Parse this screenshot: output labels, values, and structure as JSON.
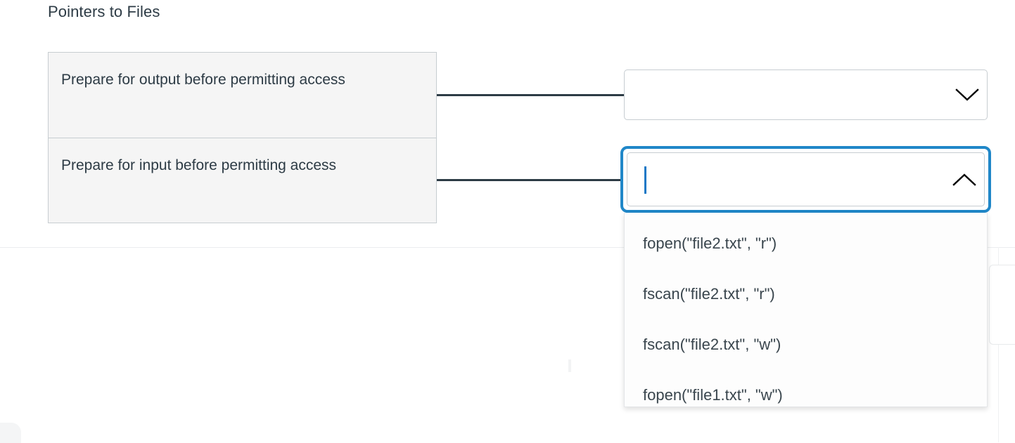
{
  "page": {
    "title": "Pointers to Files"
  },
  "prompts": [
    {
      "label": "Prepare for output before permitting access"
    },
    {
      "label": "Prepare for input before permitting access"
    }
  ],
  "answers": [
    {
      "value": "",
      "placeholder": "",
      "state": "collapsed",
      "chevron_icon": "chevron-down-icon"
    },
    {
      "value": "",
      "placeholder": "",
      "state": "expanded",
      "chevron_icon": "chevron-up-icon"
    }
  ],
  "dropdown": {
    "open_for": 1,
    "options": [
      {
        "label": "fopen(\"file2.txt\", \"r\")"
      },
      {
        "label": "fscan(\"file2.txt\", \"r\")"
      },
      {
        "label": "fscan(\"file2.txt\", \"w\")"
      },
      {
        "label": "fopen(\"file1.txt\", \"w\")"
      }
    ]
  },
  "colors": {
    "text": "#2d3b45",
    "focus_ring": "#2087c8",
    "caret": "#1878c6",
    "box_fill": "#f5f5f5",
    "box_border": "#c7cdd1",
    "connector": "#2d3b45"
  }
}
